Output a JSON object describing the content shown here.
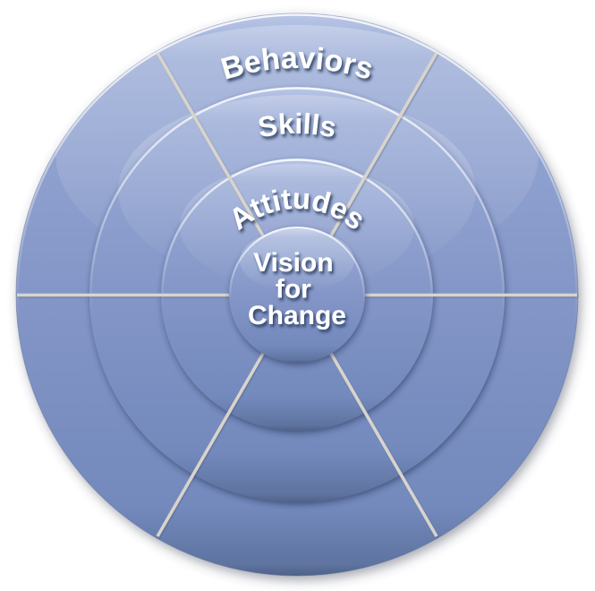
{
  "diagram": {
    "type": "concentric-rings",
    "description": "Onion diagram with three rings around a central circle, divided by six radial spokes",
    "rings": [
      {
        "id": "behaviors",
        "label": "Behaviors"
      },
      {
        "id": "skills",
        "label": "Skills"
      },
      {
        "id": "attitudes",
        "label": "Attitudes"
      }
    ],
    "center": {
      "label": "Vision for Change",
      "lines": [
        "Vision",
        "for",
        "Change"
      ]
    },
    "spokes": {
      "count": 6,
      "angles_deg": [
        0,
        60,
        120,
        180,
        240,
        300
      ]
    },
    "colors": {
      "ring_base": "#8496C7",
      "ring_highlight": "#B9C6E6",
      "ring_shadow": "#5E739F",
      "boundary_shadow": "#1D2D52",
      "spoke_line": "#D8D4CC",
      "label_text": "#FFFFFF",
      "label_text_shadow": "#243352"
    }
  }
}
